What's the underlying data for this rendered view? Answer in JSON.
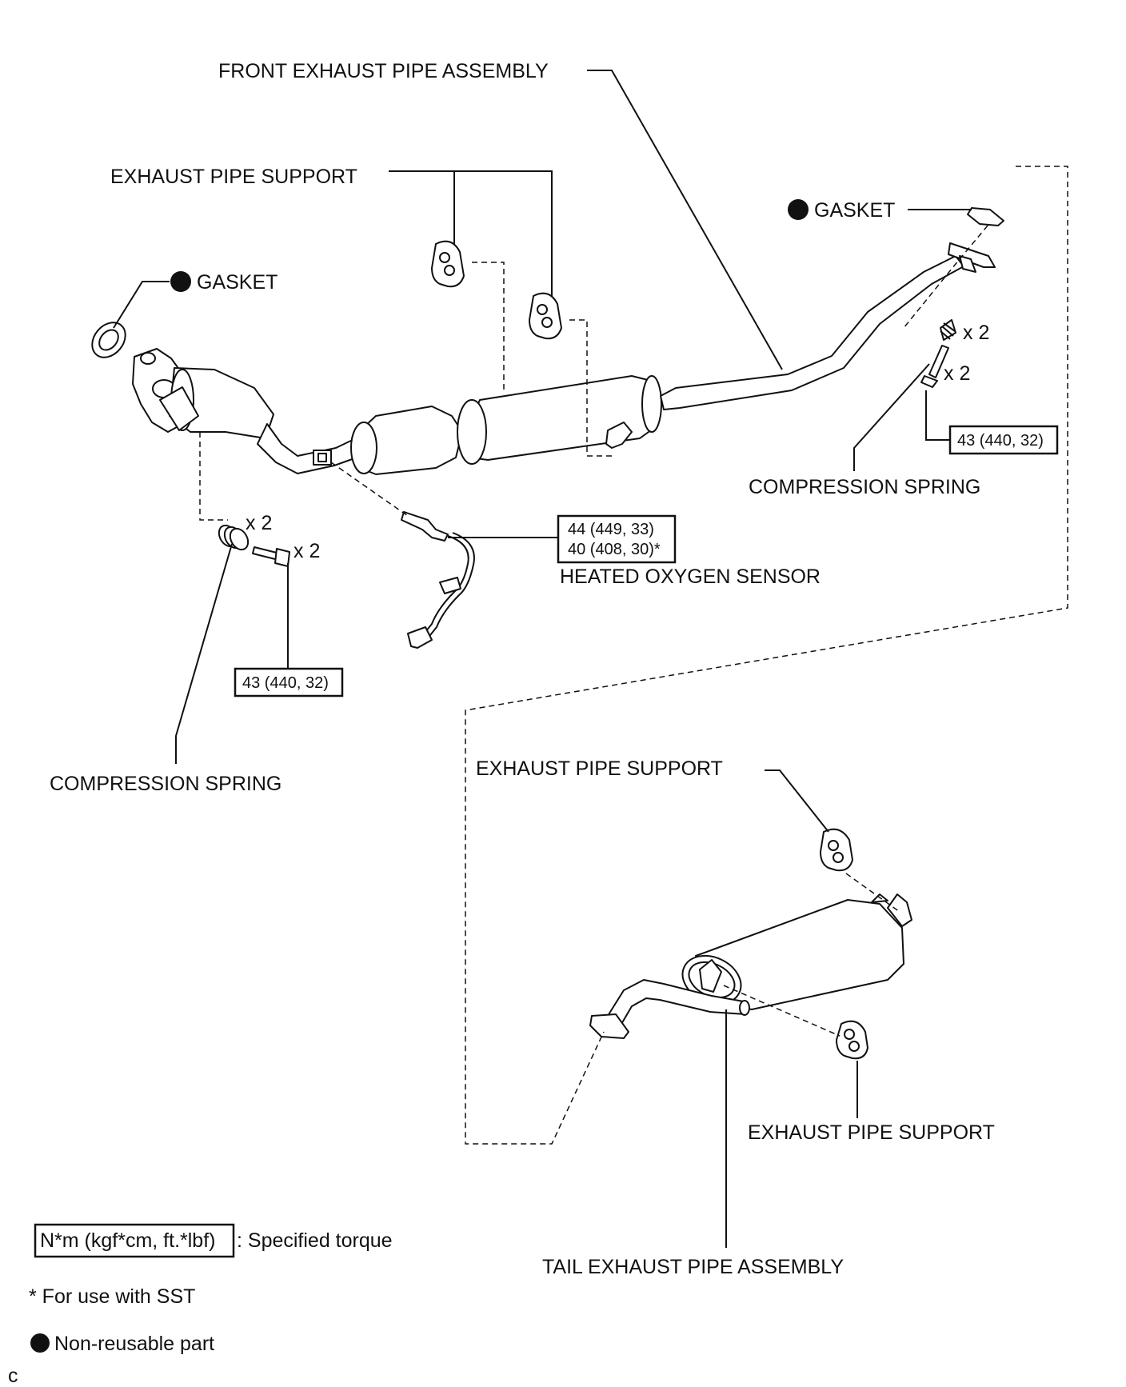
{
  "labels": {
    "front_pipe": "FRONT EXHAUST PIPE ASSEMBLY",
    "support_top": "EXHAUST PIPE SUPPORT",
    "gasket_left": "GASKET",
    "gasket_right": "GASKET",
    "compression_spring_right": "COMPRESSION SPRING",
    "compression_spring_left": "COMPRESSION SPRING",
    "heated_oxygen_sensor": "HEATED OXYGEN SENSOR",
    "support_bottom_upper": "EXHAUST PIPE SUPPORT",
    "support_bottom_lower": "EXHAUST PIPE SUPPORT",
    "tail_pipe": "TAIL EXHAUST PIPE ASSEMBLY"
  },
  "quantities": {
    "right_spring": "x 2",
    "right_bolt": "x 2",
    "left_spring": "x 2",
    "left_bolt": "x 2"
  },
  "torques": {
    "right_bolt": "43 (440, 32)",
    "left_bolt": "43 (440, 32)",
    "sensor_line1": "44 (449, 33)",
    "sensor_line2": "40 (408, 30)*"
  },
  "legend": {
    "torque_unit": "N*m (kgf*cm, ft.*lbf)",
    "torque_desc": ": Specified torque",
    "sst_note": "* For use with SST",
    "non_reusable": "Non-reusable part"
  },
  "corner_mark": "c",
  "colors": {
    "ink": "#111111",
    "paper": "#ffffff"
  }
}
